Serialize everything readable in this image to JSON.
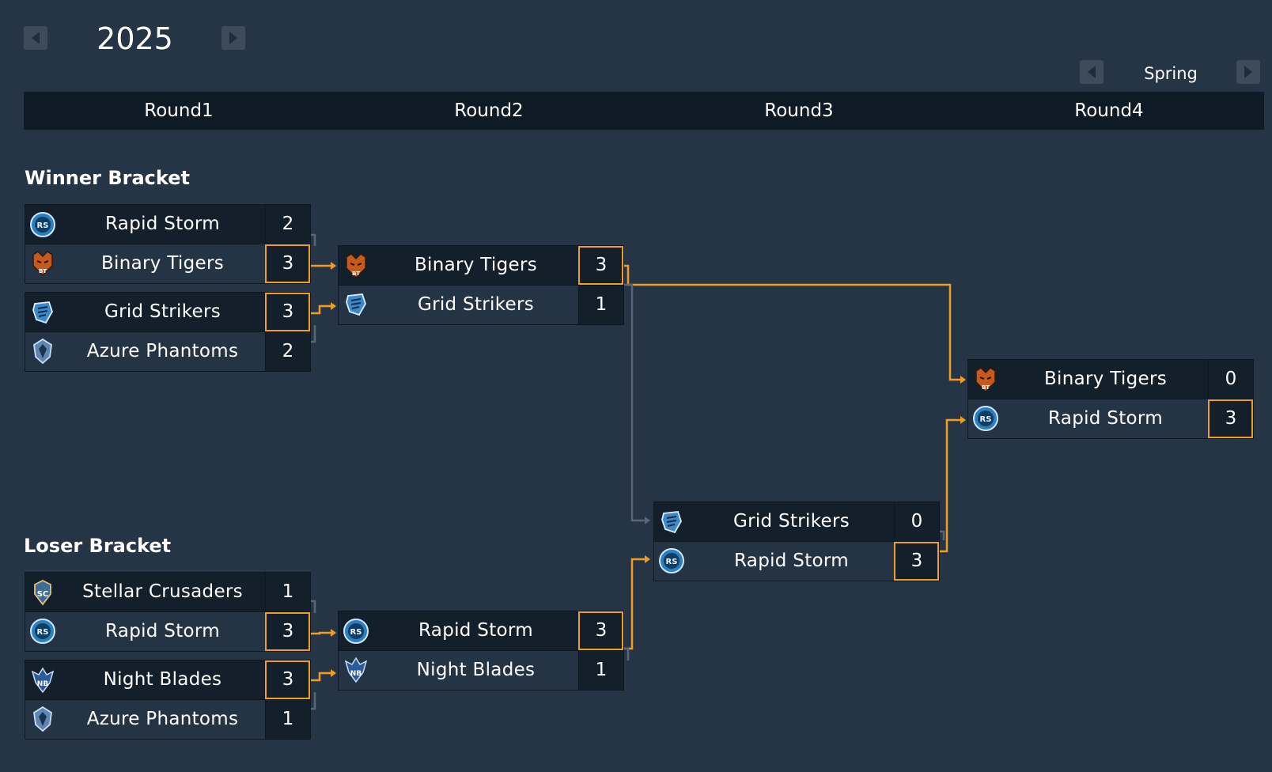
{
  "header": {
    "year": "2025",
    "season": "Spring"
  },
  "rounds": [
    "Round1",
    "Round2",
    "Round3",
    "Round4"
  ],
  "winner_bracket": {
    "title": "Winner Bracket",
    "round1": [
      {
        "top": {
          "team": "Rapid Storm",
          "score": "2",
          "logo": "rapid-storm-logo"
        },
        "bottom": {
          "team": "Binary Tigers",
          "score": "3",
          "logo": "binary-tigers-logo"
        },
        "winner": "bottom"
      },
      {
        "top": {
          "team": "Grid Strikers",
          "score": "3",
          "logo": "grid-strikers-logo"
        },
        "bottom": {
          "team": "Azure Phantoms",
          "score": "2",
          "logo": "azure-phantoms-logo"
        },
        "winner": "top"
      }
    ],
    "round2": [
      {
        "top": {
          "team": "Binary Tigers",
          "score": "3",
          "logo": "binary-tigers-logo"
        },
        "bottom": {
          "team": "Grid Strikers",
          "score": "1",
          "logo": "grid-strikers-logo"
        },
        "winner": "top"
      }
    ]
  },
  "loser_bracket": {
    "title": "Loser Bracket",
    "round1": [
      {
        "top": {
          "team": "Stellar Crusaders",
          "score": "1",
          "logo": "stellar-crusaders-logo"
        },
        "bottom": {
          "team": "Rapid Storm",
          "score": "3",
          "logo": "rapid-storm-logo"
        },
        "winner": "bottom"
      },
      {
        "top": {
          "team": "Night Blades",
          "score": "3",
          "logo": "night-blades-logo"
        },
        "bottom": {
          "team": "Azure Phantoms",
          "score": "1",
          "logo": "azure-phantoms-logo"
        },
        "winner": "top"
      }
    ],
    "round2": [
      {
        "top": {
          "team": "Rapid Storm",
          "score": "3",
          "logo": "rapid-storm-logo"
        },
        "bottom": {
          "team": "Night Blades",
          "score": "1",
          "logo": "night-blades-logo"
        },
        "winner": "top"
      }
    ]
  },
  "round3": [
    {
      "top": {
        "team": "Grid Strikers",
        "score": "0",
        "logo": "grid-strikers-logo"
      },
      "bottom": {
        "team": "Rapid Storm",
        "score": "3",
        "logo": "rapid-storm-logo"
      },
      "winner": "bottom"
    }
  ],
  "final": [
    {
      "top": {
        "team": "Binary Tigers",
        "score": "0",
        "logo": "binary-tigers-logo"
      },
      "bottom": {
        "team": "Rapid Storm",
        "score": "3",
        "logo": "rapid-storm-logo"
      },
      "winner": "bottom"
    }
  ],
  "colors": {
    "background": "#263545",
    "header_bar": "#0e1b27",
    "accent": "#f39c23",
    "connector_muted": "#5a6673"
  }
}
